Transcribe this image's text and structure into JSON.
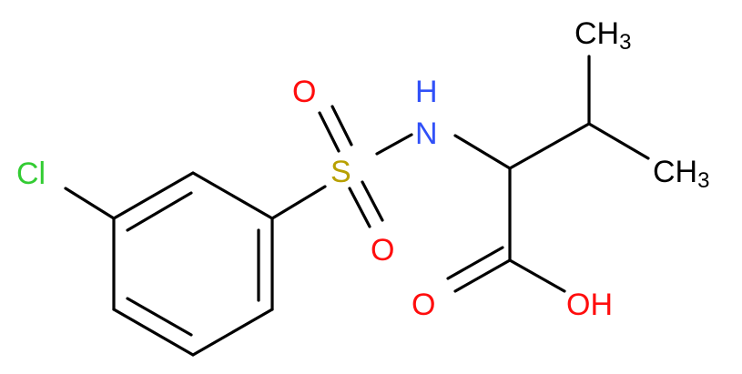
{
  "molecule": {
    "atoms": {
      "cl": {
        "label": "Cl",
        "color": "#33cc33"
      },
      "s": {
        "label": "S",
        "color": "#b8a000"
      },
      "o_top": {
        "label": "O",
        "color": "#ff0d0d"
      },
      "o_bottom": {
        "label": "O",
        "color": "#ff0d0d"
      },
      "nh": {
        "label": "H",
        "n_label": "N",
        "color": "#3050f8"
      },
      "o_carbonyl": {
        "label": "O",
        "color": "#ff0d0d"
      },
      "oh": {
        "label": "OH",
        "color": "#ff0d0d"
      },
      "ch3_top": {
        "label": "CH",
        "sub": "3",
        "color": "#000000"
      },
      "ch3_right": {
        "label": "CH",
        "sub": "3",
        "color": "#000000"
      }
    },
    "bond_color": "#000000"
  }
}
